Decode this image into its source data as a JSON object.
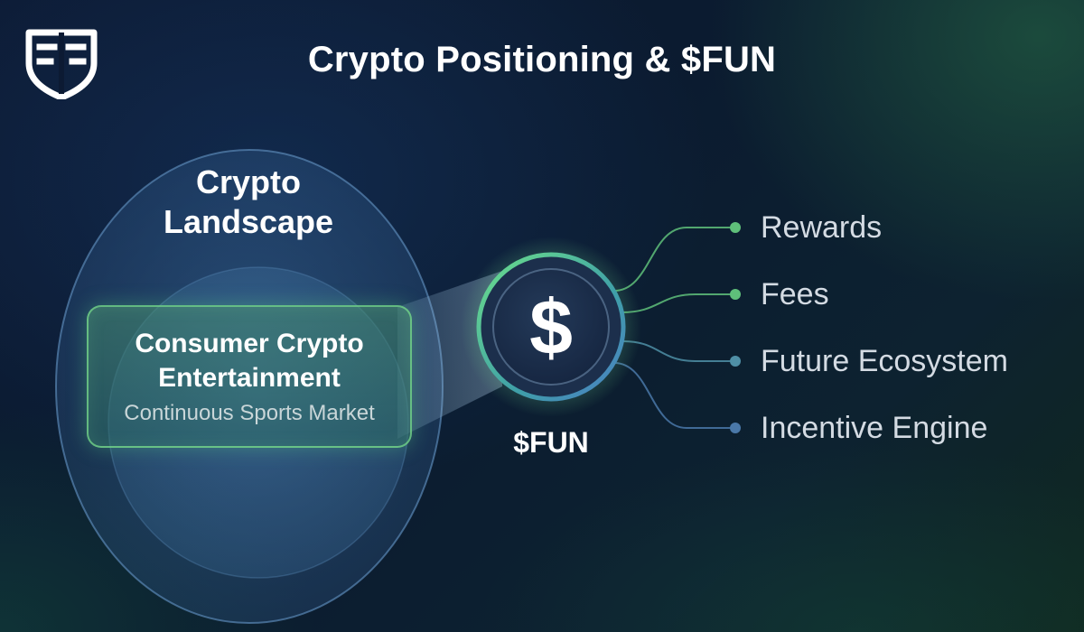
{
  "header": {
    "title": "Crypto Positioning & $FUN",
    "logo_icon": "shield-logo-icon"
  },
  "landscape": {
    "label": "Crypto Landscape"
  },
  "consumer": {
    "title": "Consumer Crypto Entertainment",
    "subtitle": "Continuous Sports Market"
  },
  "token": {
    "symbol": "$",
    "label": "$FUN"
  },
  "utilities": [
    {
      "label": "Rewards",
      "color": "#5fbf7a"
    },
    {
      "label": "Fees",
      "color": "#5fbf7a"
    },
    {
      "label": "Future Ecosystem",
      "color": "#4f8fa6"
    },
    {
      "label": "Incentive Engine",
      "color": "#4a78a8"
    }
  ],
  "colors": {
    "background": "#0c1a33",
    "accent_green": "#5fbf7a",
    "accent_blue": "#4a78a8"
  }
}
